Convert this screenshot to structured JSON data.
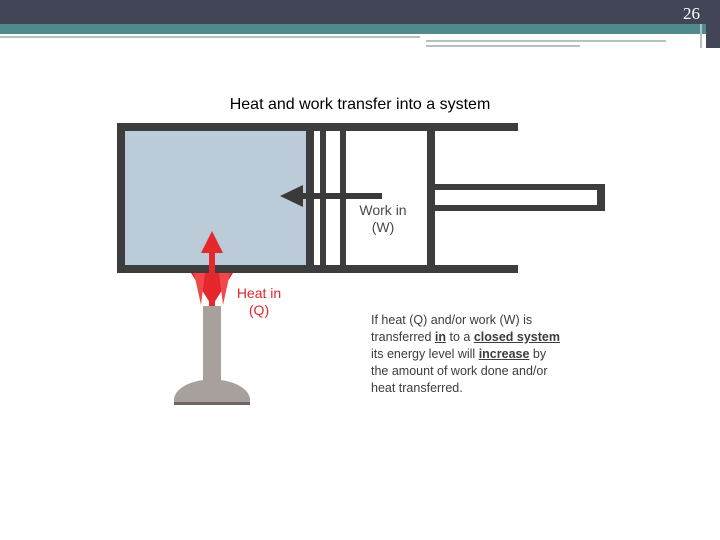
{
  "header": {
    "page_number": "26"
  },
  "slide": {
    "title": "Heat and work transfer  into a system"
  },
  "diagram": {
    "work_label_line1": "Work in",
    "work_label_line2": "(W)",
    "heat_label_line1": "Heat in",
    "heat_label_line2": "(Q)",
    "description": {
      "p1": "If heat (Q) and/or work (W) is transferred ",
      "u1": "in",
      "p2": " to a ",
      "u2": "closed system",
      "p3": " its energy level will ",
      "u3": "increase",
      "p4": " by the amount of work done and/or heat transferred."
    },
    "colors": {
      "system_fill": "#bccbd8",
      "system_border": "#e5333a",
      "wall": "#3d3d3d",
      "heat_arrow": "#e5282d",
      "work_arrow": "#3a3a3a",
      "burner": "#a8a09c",
      "burner_base": "#6d6563"
    }
  }
}
